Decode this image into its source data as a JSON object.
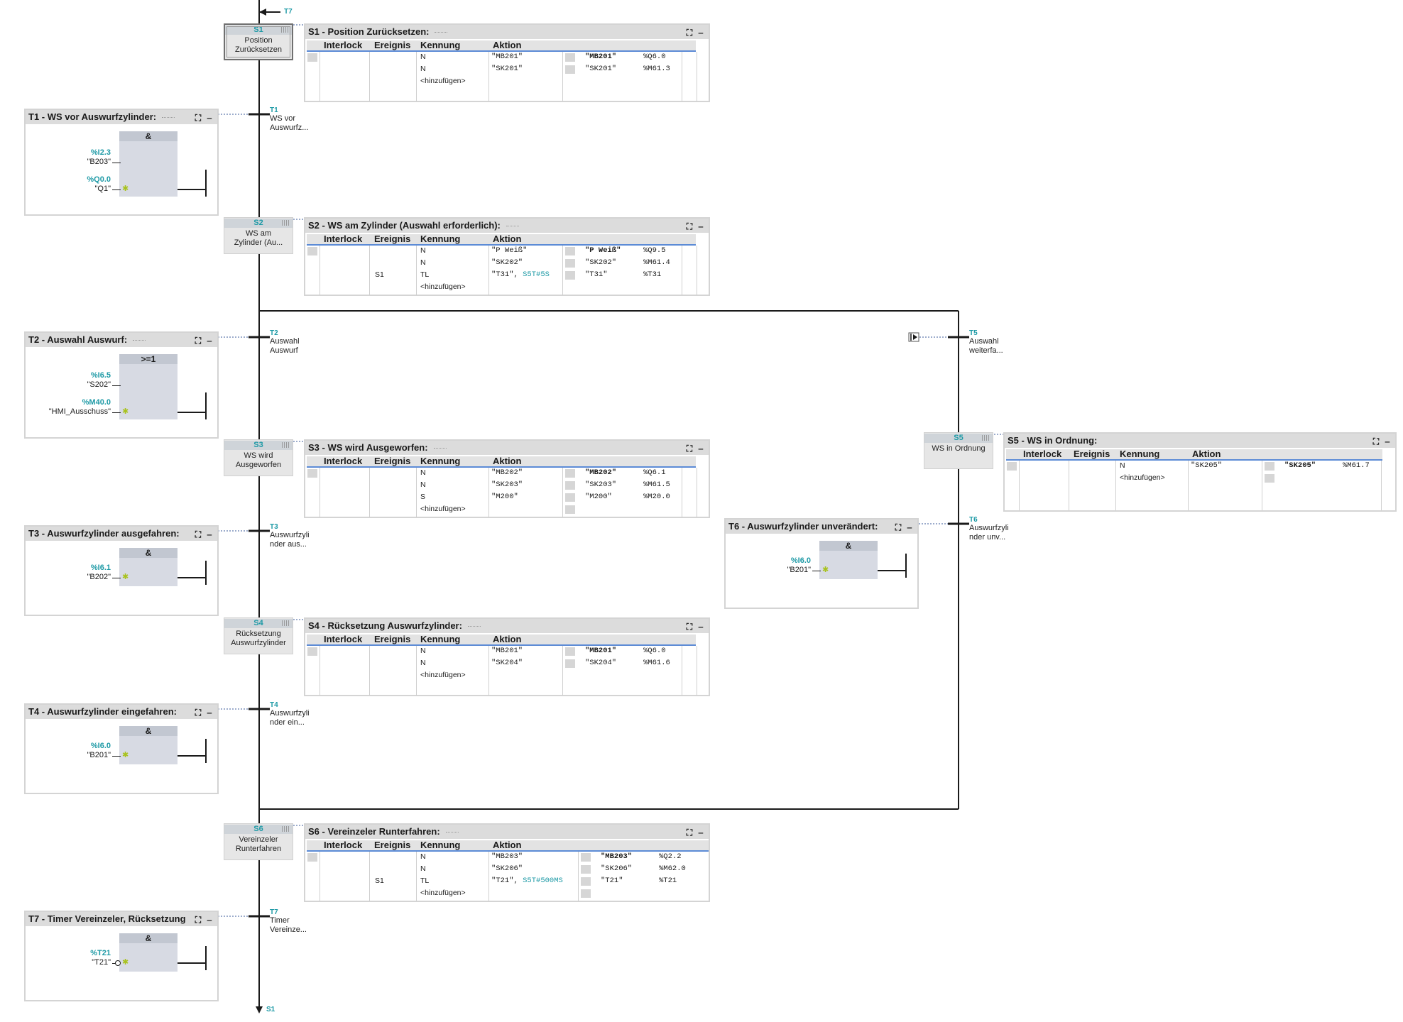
{
  "top_marker": "T7",
  "bottom_marker": "S1",
  "steps": {
    "S1": {
      "name": "S1",
      "title": [
        "Position",
        "Zurücksetzen"
      ]
    },
    "S2": {
      "name": "S2",
      "title": [
        "WS am",
        "Zylinder (Au..."
      ]
    },
    "S3": {
      "name": "S3",
      "title": [
        "WS wird",
        "Ausgeworfen"
      ]
    },
    "S4": {
      "name": "S4",
      "title": [
        "Rücksetzung",
        "Auswurfzylinder"
      ]
    },
    "S5": {
      "name": "S5",
      "title": [
        "WS in Ordnung",
        ""
      ]
    },
    "S6": {
      "name": "S6",
      "title": [
        "Vereinzeler",
        "Runterfahren"
      ]
    }
  },
  "transitions": {
    "T1": {
      "name": "T1",
      "title": [
        "WS vor",
        "Auswurfz..."
      ]
    },
    "T2": {
      "name": "T2",
      "title": [
        "Auswahl",
        "Auswurf"
      ]
    },
    "T3": {
      "name": "T3",
      "title": [
        "Auswurfzyli",
        "nder aus..."
      ]
    },
    "T4": {
      "name": "T4",
      "title": [
        "Auswurfzyli",
        "nder ein..."
      ]
    },
    "T5": {
      "name": "T5",
      "title": [
        "Auswahl",
        "weiterfa..."
      ]
    },
    "T6": {
      "name": "T6",
      "title": [
        "Auswurfzyli",
        "nder unv..."
      ]
    },
    "T7": {
      "name": "T7",
      "title": [
        "Timer",
        "Vereinze..."
      ]
    }
  },
  "action_headers": {
    "interlock": "Interlock",
    "event": "Ereignis",
    "qualifier": "Kennung",
    "action": "Aktion"
  },
  "add_label": "<hinzufügen>",
  "action_panels": {
    "S1": {
      "title": "S1 - Position Zurücksetzen:",
      "rows": [
        {
          "event": "",
          "qualifier": "N",
          "action": "\"MB201\"",
          "tag": "\"MB201\"",
          "addr": "%Q6.0"
        },
        {
          "event": "",
          "qualifier": "N",
          "action": "\"SK201\"",
          "tag": "\"SK201\"",
          "addr": "%M61.3"
        }
      ]
    },
    "S2": {
      "title": "S2 - WS am Zylinder (Auswahl erforderlich):",
      "rows": [
        {
          "event": "",
          "qualifier": "N",
          "action": "\"P Weiß\"",
          "tag": "\"P Weiß\"",
          "addr": "%Q9.5"
        },
        {
          "event": "",
          "qualifier": "N",
          "action": "\"SK202\"",
          "tag": "\"SK202\"",
          "addr": "%M61.4"
        },
        {
          "event": "S1",
          "qualifier": "TL",
          "action": "\"T31\",",
          "action_extra": "S5T#5S",
          "tag": "\"T31\"",
          "addr": "%T31"
        }
      ]
    },
    "S3": {
      "title": "S3 - WS wird Ausgeworfen:",
      "rows": [
        {
          "event": "",
          "qualifier": "N",
          "action": "\"MB202\"",
          "tag": "\"MB202\"",
          "addr": "%Q6.1"
        },
        {
          "event": "",
          "qualifier": "N",
          "action": "\"SK203\"",
          "tag": "\"SK203\"",
          "addr": "%M61.5"
        },
        {
          "event": "",
          "qualifier": "S",
          "action": "\"M200\"",
          "tag": "\"M200\"",
          "addr": "%M20.0"
        }
      ]
    },
    "S4": {
      "title": "S4 - Rücksetzung Auswurfzylinder:",
      "rows": [
        {
          "event": "",
          "qualifier": "N",
          "action": "\"MB201\"",
          "tag": "\"MB201\"",
          "addr": "%Q6.0"
        },
        {
          "event": "",
          "qualifier": "N",
          "action": "\"SK204\"",
          "tag": "\"SK204\"",
          "addr": "%M61.6"
        }
      ]
    },
    "S5": {
      "title": "S5 - WS in Ordnung:",
      "rows": [
        {
          "event": "",
          "qualifier": "N",
          "action": "\"SK205\"",
          "tag": "\"SK205\"",
          "addr": "%M61.7"
        }
      ]
    },
    "S6": {
      "title": "S6 - Vereinzeler Runterfahren:",
      "rows": [
        {
          "event": "",
          "qualifier": "N",
          "action": "\"MB203\"",
          "tag": "\"MB203\"",
          "addr": "%Q2.2"
        },
        {
          "event": "",
          "qualifier": "N",
          "action": "\"SK206\"",
          "tag": "\"SK206\"",
          "addr": "%M62.0"
        },
        {
          "event": "S1",
          "qualifier": "TL",
          "action": "\"T21\",",
          "action_extra": "S5T#500MS",
          "tag": "\"T21\"",
          "addr": "%T21"
        }
      ]
    }
  },
  "transition_panels": {
    "T1": {
      "title": "T1 - WS vor Auswurfzylinder:",
      "block": "&",
      "ops": [
        {
          "addr": "%I2.3",
          "name": "\"B203\""
        },
        {
          "addr": "%Q0.0",
          "name": "\"Q1\""
        }
      ]
    },
    "T2": {
      "title": "T2 - Auswahl Auswurf:",
      "block": ">=1",
      "ops": [
        {
          "addr": "%I6.5",
          "name": "\"S202\""
        },
        {
          "addr": "%M40.0",
          "name": "\"HMI_Ausschuss\""
        }
      ]
    },
    "T3": {
      "title": "T3 - Auswurfzylinder ausgefahren:",
      "block": "&",
      "ops": [
        {
          "addr": "%I6.1",
          "name": "\"B202\""
        }
      ]
    },
    "T4": {
      "title": "T4 - Auswurfzylinder eingefahren:",
      "block": "&",
      "ops": [
        {
          "addr": "%I6.0",
          "name": "\"B201\""
        }
      ]
    },
    "T6": {
      "title": "T6 - Auswurfzylinder unverändert:",
      "block": "&",
      "ops": [
        {
          "addr": "%I6.0",
          "name": "\"B201\""
        }
      ]
    },
    "T7": {
      "title": "T7 - Timer Vereinzeler, Rücksetzung",
      "block": "&",
      "ops": [
        {
          "addr": "%T21",
          "name": "\"T21\""
        }
      ]
    }
  },
  "colors": {
    "accent": "#1e9aa6",
    "header_bg": "#dcdcdc",
    "step_bg": "#e6e6e6",
    "highlight": "#a8c21c",
    "underline": "#5c8bd6"
  }
}
